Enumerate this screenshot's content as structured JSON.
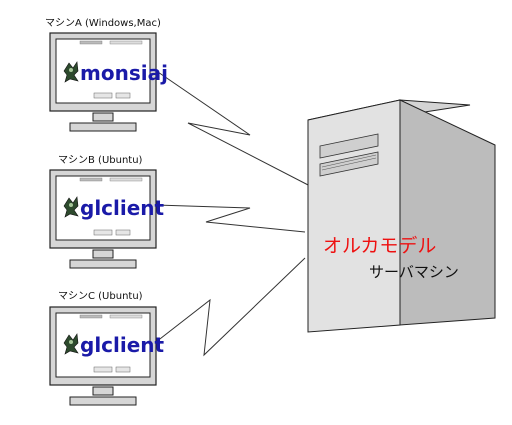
{
  "clients": [
    {
      "label": "マシンA (Windows,Mac)",
      "app": "monsiaj"
    },
    {
      "label": "マシンB (Ubuntu)",
      "app": "glclient"
    },
    {
      "label": "マシンC (Ubuntu)",
      "app": "glclient"
    }
  ],
  "server": {
    "title": "オルカモデル",
    "subtitle": "サーバマシン",
    "title_color": "#ee1111"
  },
  "app_color": "#1a1aa8"
}
